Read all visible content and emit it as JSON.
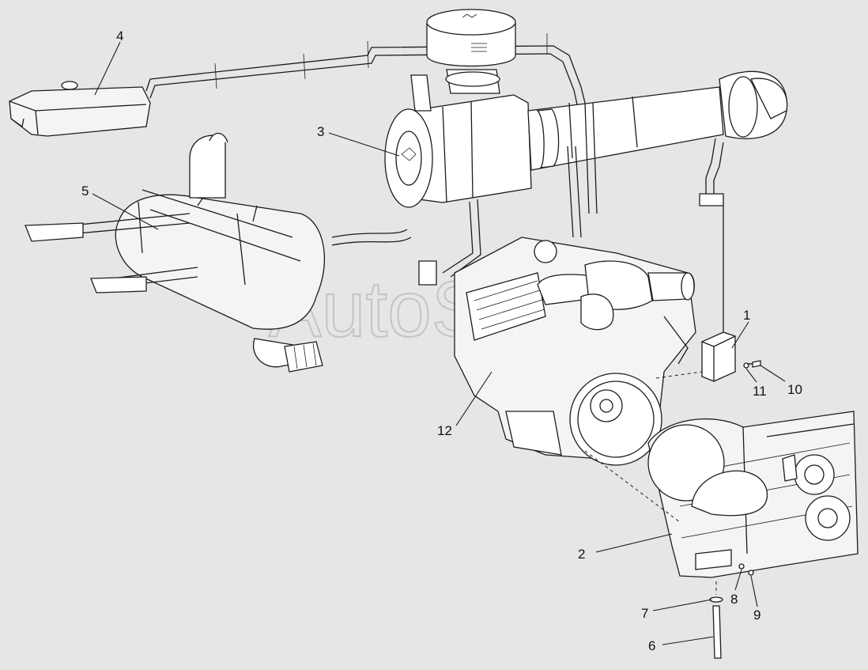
{
  "diagram": {
    "watermark": "AutoSo",
    "callouts": [
      {
        "id": "1",
        "label": "1"
      },
      {
        "id": "2",
        "label": "2"
      },
      {
        "id": "3",
        "label": "3"
      },
      {
        "id": "4",
        "label": "4"
      },
      {
        "id": "5",
        "label": "5"
      },
      {
        "id": "6",
        "label": "6"
      },
      {
        "id": "7",
        "label": "7"
      },
      {
        "id": "8",
        "label": "8"
      },
      {
        "id": "9",
        "label": "9"
      },
      {
        "id": "10",
        "label": "10"
      },
      {
        "id": "11",
        "label": "11"
      },
      {
        "id": "12",
        "label": "12"
      }
    ]
  }
}
